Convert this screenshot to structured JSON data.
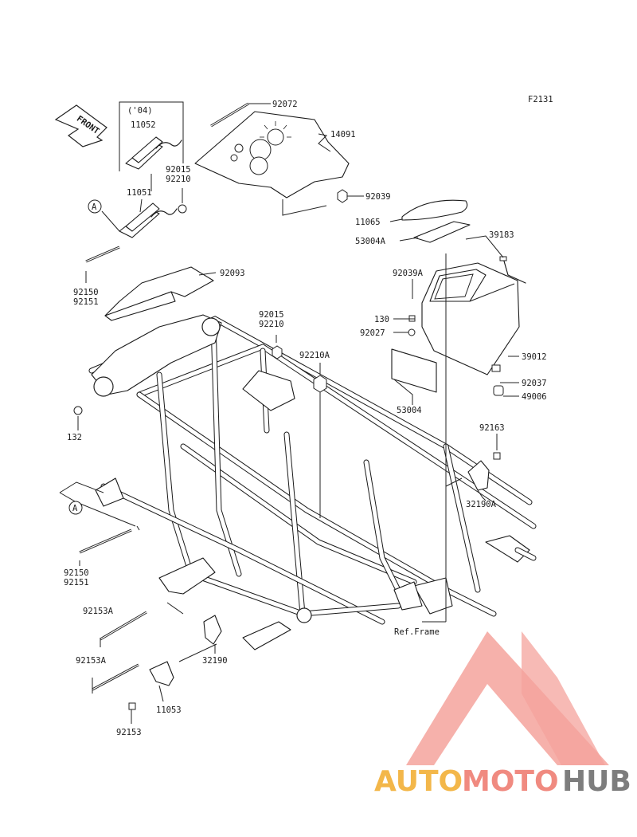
{
  "diagram": {
    "code": "F2131",
    "front_badge": "FRONT",
    "year_note": "('04)",
    "callout_a": "A",
    "labels": {
      "p92072": "92072",
      "p14091": "14091",
      "p11052": "11052",
      "p92015_top": "92015",
      "p92210_top": "92210",
      "p11051": "11051",
      "p92039": "92039",
      "p11065": "11065",
      "p53004a": "53004A",
      "p39183": "39183",
      "p92150_top": "92150",
      "p92151_top": "92151",
      "p92093": "92093",
      "p92039a": "92039A",
      "p92015_mid": "92015",
      "p92210_mid": "92210",
      "p130": "130",
      "p92027": "92027",
      "p39012": "39012",
      "p92210a": "92210A",
      "p92037": "92037",
      "p49006": "49006",
      "p53004": "53004",
      "p132": "132",
      "p92163": "92163",
      "p32190a": "32190A",
      "p92150_bot": "92150",
      "p92151_bot": "92151",
      "p92153a_1": "92153A",
      "p92153a_2": "92153A",
      "ref_frame": "Ref.Frame",
      "p32190": "32190",
      "p11053": "11053",
      "p92153": "92153"
    }
  },
  "watermark": {
    "text_auto": "AUTO",
    "text_moto": "MOTO",
    "text_hub": "HUB",
    "colors": {
      "auto": "#f3b74a",
      "moto": "#f08a80",
      "hub": "#7d7d7d",
      "logo": "#f4a39c"
    }
  }
}
